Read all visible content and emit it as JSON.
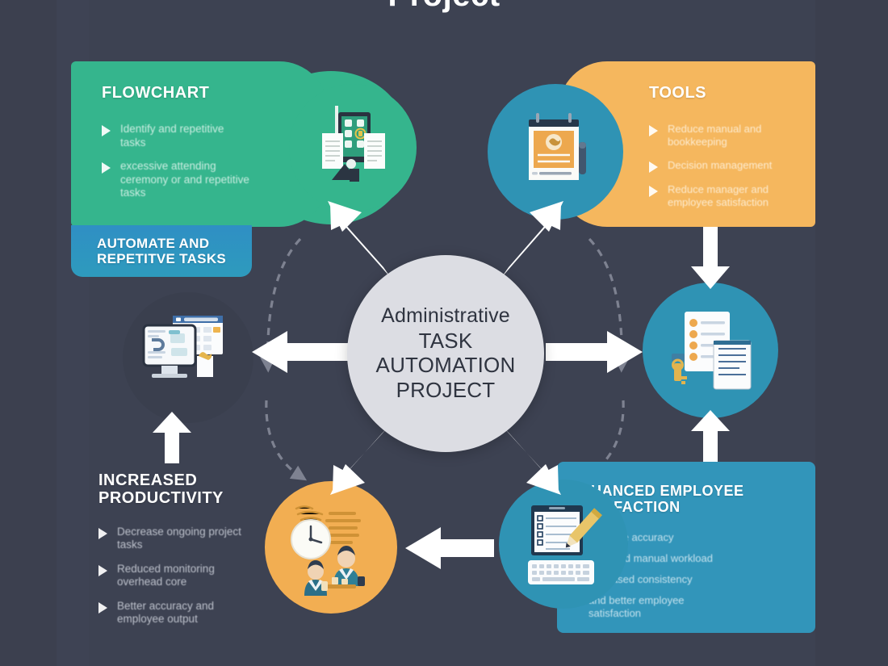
{
  "page": {
    "title": "Project",
    "background_color": "#3d4252"
  },
  "center": {
    "name": "center-hub",
    "line1": "Administrative",
    "line2": "TASK",
    "line3": "AUTOMATION",
    "line4": "PROJECT",
    "fill_color": "#dcdde3",
    "text_color": "#2f3440"
  },
  "panels": {
    "flowchart": {
      "title": "FLOWCHART",
      "color": "#35b58d",
      "bullets": [
        "Identify and repetitive tasks",
        "excessive attending ceremony or and repetitive tasks"
      ]
    },
    "automate_banner": {
      "line1": "AUTOMATE AND",
      "line2": "REPETITVE TASKS",
      "color": "#2e95c0"
    },
    "tools": {
      "title": "TOOLS",
      "color": "#f5b75e",
      "bullets": [
        "Reduce manual and bookkeeping",
        "Decision management",
        "Reduce manager and employee satisfaction"
      ]
    },
    "productivity": {
      "title_line1": "INCREASED",
      "title_line2": "PRODUCTIVITY",
      "color": "#3d4252",
      "bullets": [
        "Decrease ongoing project tasks",
        "Reduced monitoring overhead core",
        "Better accuracy and employee output"
      ]
    },
    "satisfaction": {
      "title_line1": "ENHANCED EMPLOYEE",
      "title_line2": "SATISFACTION",
      "color": "#3295ba",
      "bullets": [
        "Increase accuracy",
        "Reduced manual workload",
        "Increased consistency",
        "and better employee satisfaction"
      ]
    }
  },
  "icon_circles": [
    {
      "name": "flowchart-tablet-icon",
      "color": "#35b58d"
    },
    {
      "name": "tools-notepad-icon",
      "color": "#2f93b4"
    },
    {
      "name": "desktop-monitor-icon",
      "color": "#3a3f4e"
    },
    {
      "name": "checklist-documents-icon",
      "color": "#2f93b4"
    },
    {
      "name": "clock-people-icon",
      "color": "#f2ae52"
    },
    {
      "name": "tablet-keyboard-icon",
      "color": "#2f93b4"
    }
  ],
  "connectors": {
    "white_arrow_color": "#ffffff",
    "dashed_arrow_color": "#8a8e9c",
    "count_white_radial": 6,
    "count_feeder": 4,
    "count_dashed": 4
  }
}
